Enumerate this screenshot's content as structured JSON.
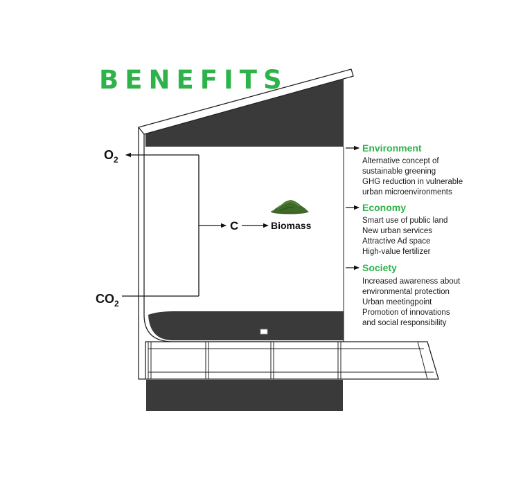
{
  "title": "BENEFITS",
  "gases": {
    "o2": {
      "base": "O",
      "sub": "2"
    },
    "co2": {
      "base": "CO",
      "sub": "2"
    }
  },
  "flow": {
    "carbon": "C",
    "biomass": "Biomass"
  },
  "benefits": [
    {
      "heading": "Environment",
      "items": [
        "Alternative concept of",
        "sustainable greening",
        "GHG reduction in vulnerable",
        "urban microenvironments"
      ]
    },
    {
      "heading": "Economy",
      "items": [
        "Smart use of public land",
        "New urban services",
        "Attractive Ad space",
        "High-value fertilizer"
      ]
    },
    {
      "heading": "Society",
      "items": [
        "Increased awareness about",
        "environmental protection",
        "Urban meetingpoint",
        "Promotion of innovations",
        "and social responsibility"
      ]
    }
  ],
  "colors": {
    "accent_green": "#2db34a",
    "panel_dark": "#3a3a3a",
    "line": "#222222",
    "biomass_green": "#3e6b2a"
  }
}
